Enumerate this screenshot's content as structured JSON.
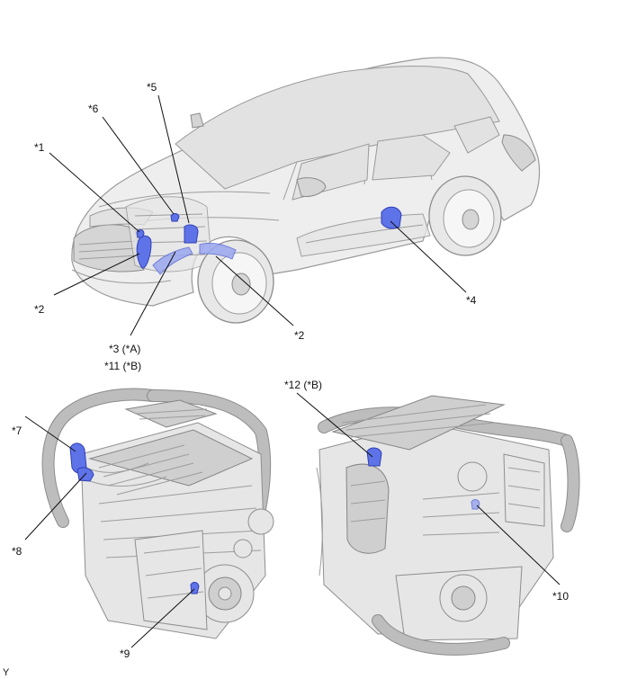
{
  "callouts": {
    "c1": "*1",
    "c2a": "*2",
    "c2b": "*2",
    "c3": "*3 (*A)",
    "c11": "*11 (*B)",
    "c4": "*4",
    "c5": "*5",
    "c6": "*6",
    "c7": "*7",
    "c8": "*8",
    "c9": "*9",
    "c10": "*10",
    "c12": "*12 (*B)"
  },
  "corner_mark": "Y",
  "colors": {
    "highlight": "#5f73e8",
    "line": "#111111"
  }
}
